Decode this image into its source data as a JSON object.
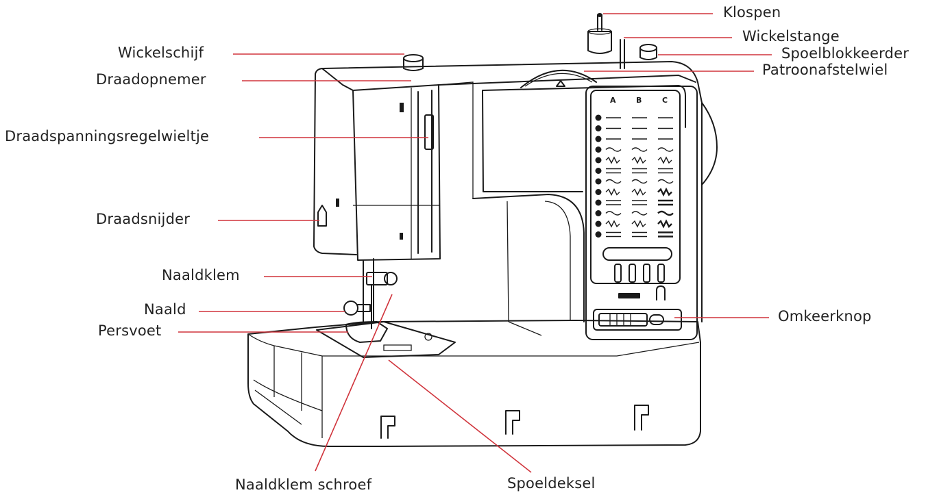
{
  "labels": {
    "klospen": "Klospen",
    "wickelstange": "Wickelstange",
    "spoelblokkeerder": "Spoelblokkeerder",
    "patroonafstelwiel": "Patroonafstelwiel",
    "wickelschijf": "Wickelschijf",
    "draadopnemer": "Draadopnemer",
    "draadspanningsregelwieltje": "Draadspanningsregelwieltje",
    "draadsnijder": "Draadsnijder",
    "naaldklem": "Naaldklem",
    "naald": "Naald",
    "persvoet": "Persvoet",
    "omkeerknop": "Omkeerknop",
    "naaldklem_schroef": "Naaldklem schroef",
    "spoeldeksel": "Spoeldeksel"
  },
  "panel": {
    "columns": [
      "A",
      "B",
      "C"
    ]
  },
  "colors": {
    "leader": "#d0343c",
    "outline": "#1a1a1a"
  }
}
